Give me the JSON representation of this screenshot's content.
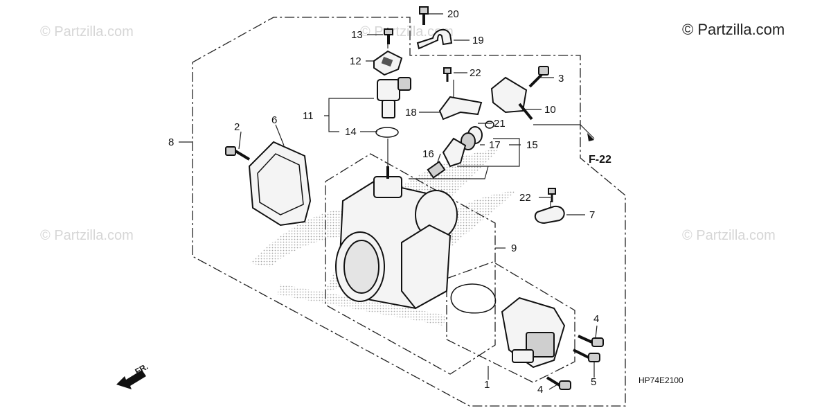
{
  "watermark": {
    "main": "© Partzilla.com",
    "faint": "© Partzilla.com"
  },
  "diagram_code": "HP74E2100",
  "reference": "F-22",
  "direction_label": "FR.",
  "callouts": [
    "1",
    "2",
    "3",
    "4",
    "4",
    "5",
    "6",
    "7",
    "8",
    "9",
    "10",
    "11",
    "12",
    "13",
    "14",
    "15",
    "16",
    "17",
    "18",
    "19",
    "20",
    "21",
    "22",
    "22"
  ],
  "colors": {
    "line": "#222222",
    "watermark": "#d6d6d6",
    "halftone": "#9a9a9a"
  }
}
